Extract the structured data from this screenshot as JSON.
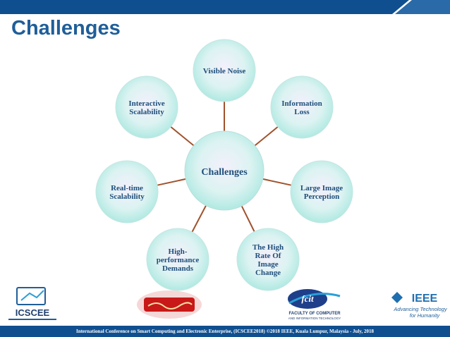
{
  "slide": {
    "title": "Challenges",
    "footer": "International Conference on Smart Computing and Electronic Enterprise, (ICSCEE2018) ©2018 IEEE, Kuala Lumpur, Malaysia - July, 2018"
  },
  "diagram": {
    "center": "Challenges",
    "nodes": [
      {
        "lines": [
          "Visible Noise"
        ]
      },
      {
        "lines": [
          "Information",
          "Loss"
        ]
      },
      {
        "lines": [
          "Large Image",
          "Perception"
        ]
      },
      {
        "lines": [
          "The High",
          "Rate Of",
          "Image",
          "Change"
        ]
      },
      {
        "lines": [
          "High-",
          "performance",
          "Demands"
        ]
      },
      {
        "lines": [
          "Real-time",
          "Scalability"
        ]
      },
      {
        "lines": [
          "Interactive",
          "Scalability"
        ]
      }
    ]
  },
  "logos": {
    "icscee": "ICSCEE",
    "fcit_short": "fcit",
    "fcit_line1": "FACULTY OF COMPUTER",
    "fcit_line2": "AND INFORMATION TECHNOLOGY",
    "ieee": "IEEE",
    "ieee_tagline1": "Advancing Technology",
    "ieee_tagline2": "for Humanity"
  },
  "colors": {
    "topbar": "#0f4f8f",
    "title": "#1f5e99",
    "node_text": "#1f4e7a",
    "connector": "#a0522d",
    "node_fill_light": "#f3f0fb",
    "node_fill_teal": "#a6e7de"
  }
}
